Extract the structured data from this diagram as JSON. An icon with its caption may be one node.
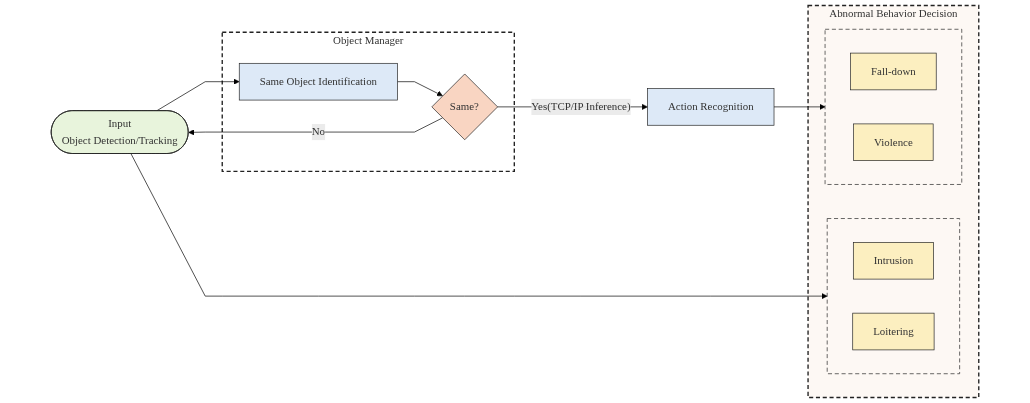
{
  "diagram": {
    "nodes": [
      {
        "text": [
          "Input",
          "Object Detection/Tracking"
        ]
      },
      {
        "text": [
          "Object Manager"
        ]
      },
      {
        "text": [
          "Same Object Identification"
        ],
        "in": 1
      },
      {
        "text": [
          "Same?"
        ],
        "in": 1
      },
      {
        "text": [
          "Action Recognition"
        ]
      },
      {
        "text": [
          "Abnormal Behavior Decision"
        ]
      },
      {
        "text": [],
        "shape": "box",
        "in": 5
      },
      {
        "text": [
          "Intrusion"
        ],
        "in": 6
      },
      {
        "text": [
          "Loitering"
        ],
        "in": 6
      },
      {
        "text": [],
        "shape": "box",
        "in": 5
      },
      {
        "text": [
          "Fall-down"
        ],
        "in": 9
      },
      {
        "text": [
          "Violence"
        ],
        "in": 9
      }
    ],
    "edges": [
      {
        "from": 0,
        "to": 2,
        "arrow": "to"
      },
      {
        "from": 2,
        "to": 3,
        "arrow": "to"
      },
      {
        "from": 3,
        "to": 0,
        "arrow": "to",
        "label": "No"
      },
      {
        "from": 3,
        "to": 4,
        "arrow": "to",
        "label": "Yes(TCP/IP Inference)"
      },
      {
        "from": 0,
        "to": 6,
        "arrow": "to"
      },
      {
        "from": 4,
        "to": 9,
        "arrow": "to"
      }
    ]
  }
}
